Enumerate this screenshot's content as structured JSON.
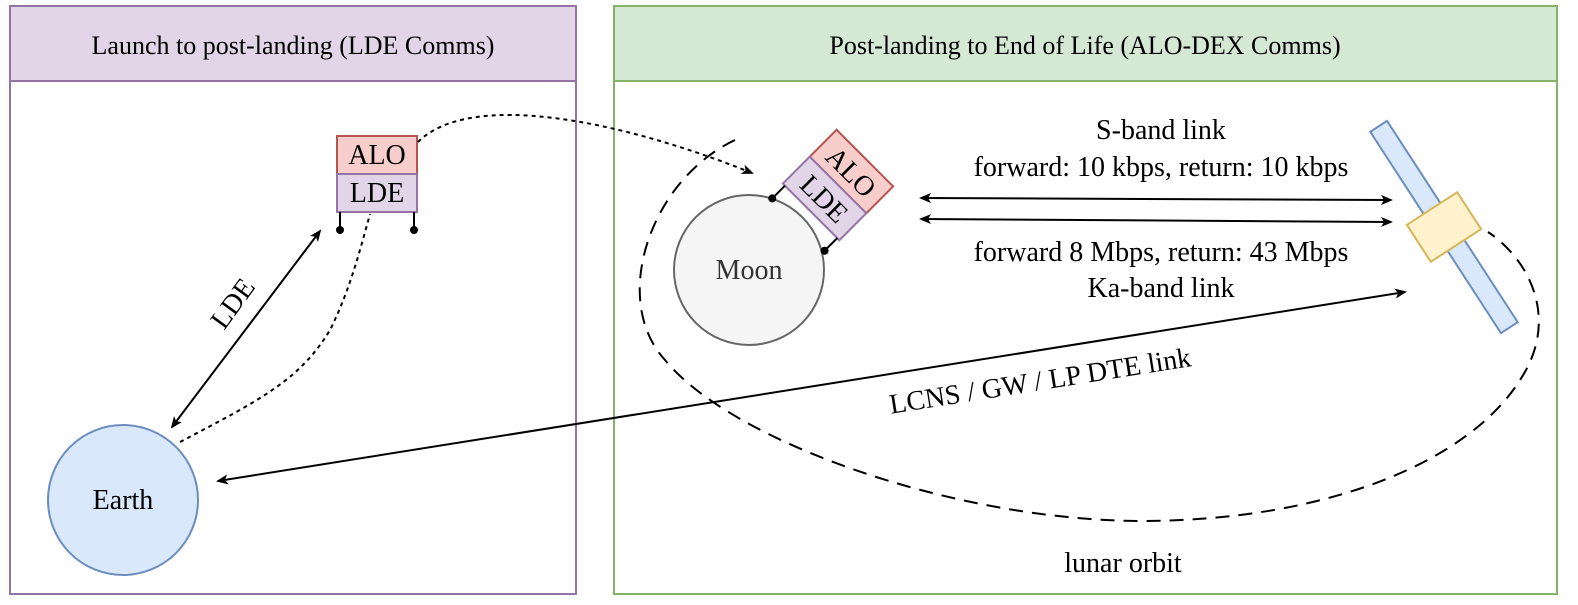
{
  "panels": {
    "left": {
      "title": "Launch to post-landing (LDE Comms)",
      "header_fill": "#e1d5e7",
      "border": "#9673a6"
    },
    "right": {
      "title": "Post-landing to End of Life (ALO-DEX Comms)",
      "header_fill": "#d5e8d4",
      "border": "#82b366"
    }
  },
  "bodies": {
    "earth": {
      "label": "Earth",
      "fill": "#dae8fc",
      "stroke": "#6c8ebf"
    },
    "moon": {
      "label": "Moon",
      "fill": "#f5f5f5",
      "stroke": "#666666"
    }
  },
  "lander": {
    "alo_label": "ALO",
    "lde_label": "LDE",
    "alo_fill": "#f8cecc",
    "alo_stroke": "#b85450",
    "lde_fill": "#e1d5e7",
    "lde_stroke": "#9673a6"
  },
  "links": {
    "lde_link": "LDE",
    "sband_title": "S-band link",
    "sband_rates": "forward: 10 kbps, return: 10 kbps",
    "kaband_rates": "forward 8 Mbps, return: 43 Mbps",
    "kaband_title": "Ka-band link",
    "dte_link": "LCNS / GW / LP DTE link"
  },
  "orbit_label": "lunar orbit",
  "satellite": {
    "body_fill": "#fff2cc",
    "body_stroke": "#d6b656",
    "panel_fill": "#dae8fc",
    "panel_stroke": "#6c8ebf"
  }
}
